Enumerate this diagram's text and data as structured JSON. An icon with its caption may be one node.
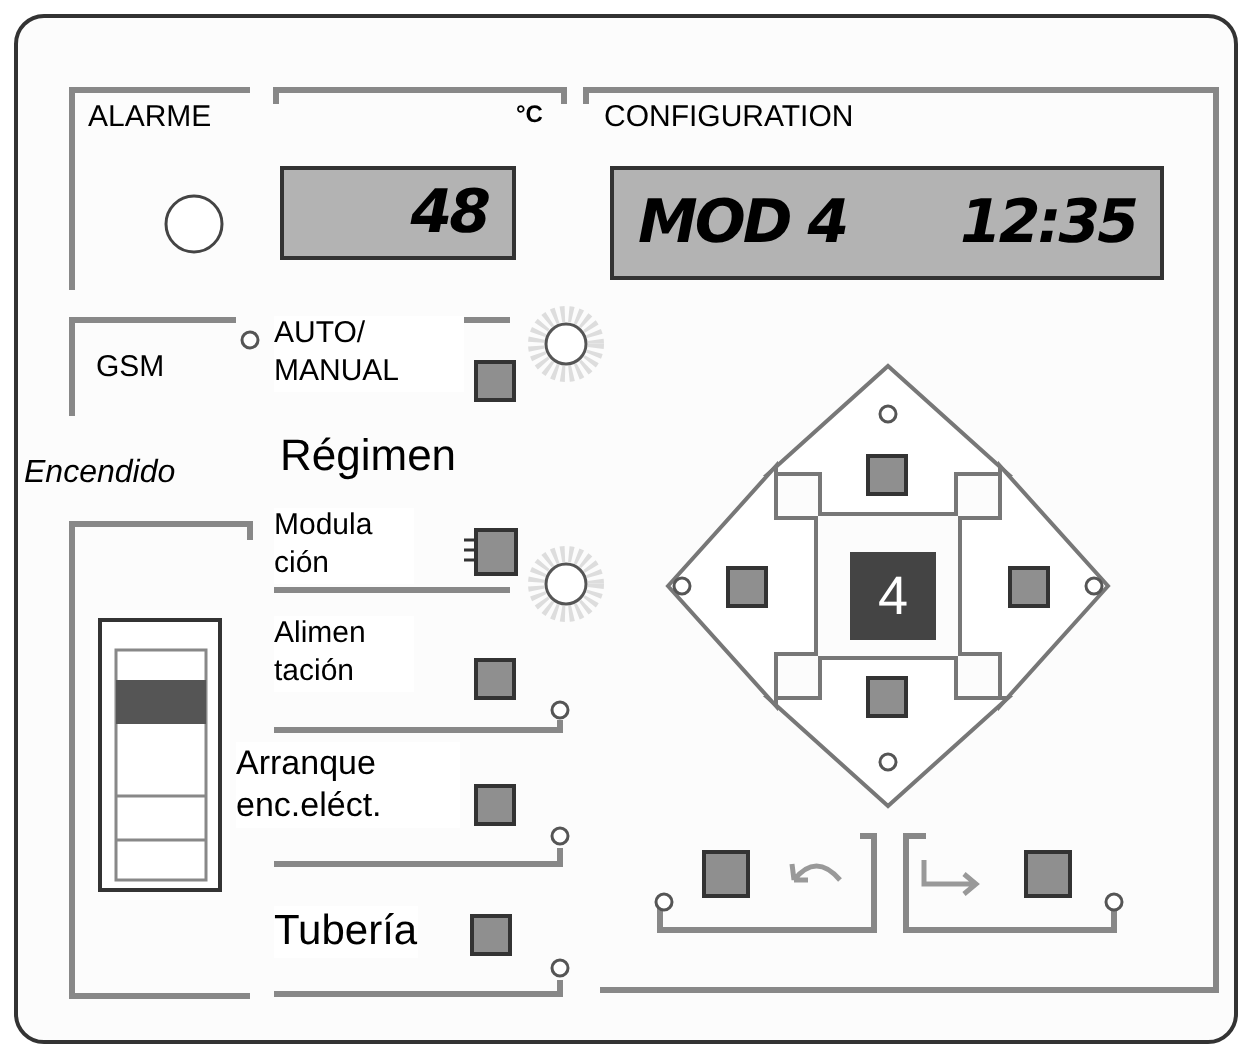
{
  "diagram": {
    "nodes": [
      {
        "text": [
          "48"
        ]
      },
      {
        "text": [
          "MOD 4",
          "12:35"
        ]
      },
      {
        "text": [
          "4"
        ]
      }
    ],
    "labels": [
      "ALARME",
      "°C",
      "CONFIGURATION",
      "GSM",
      "AUTO/ MANUAL",
      "Encendido",
      "Régimen",
      "Modula ción",
      "Alimen tación",
      "Arranque enc.eléct.",
      "Tubería"
    ]
  }
}
